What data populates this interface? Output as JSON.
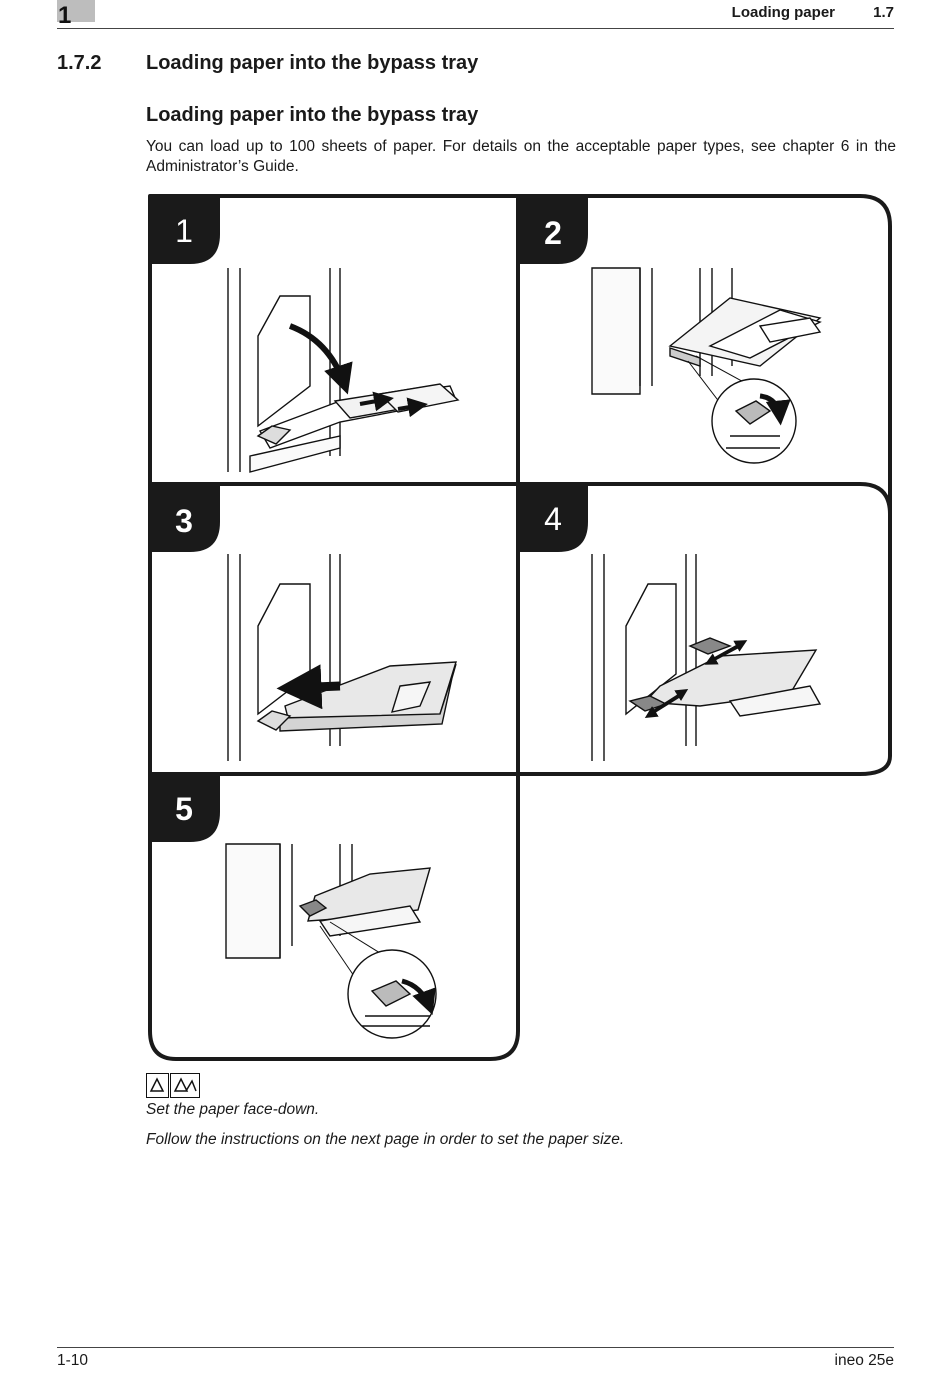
{
  "header": {
    "chapter": "1",
    "title": "Loading paper",
    "section": "1.7"
  },
  "section": {
    "number": "1.7.2",
    "title": "Loading paper into the bypass tray"
  },
  "subheading": "Loading paper into the bypass tray",
  "intro": "You can load up to 100 sheets of paper. For details on the acceptable paper types, see chapter 6 in the Administrator’s Guide.",
  "steps": [
    {
      "number": "1"
    },
    {
      "number": "2"
    },
    {
      "number": "3"
    },
    {
      "number": "4"
    },
    {
      "number": "5"
    }
  ],
  "notes": [
    "Set the paper face-down.",
    "Follow the instructions on the next page in order to set the paper size."
  ],
  "footer": {
    "page": "1-10",
    "product": "ineo 25e"
  },
  "colors": {
    "chapter_tab": "#bdbdbd",
    "frame": "#1a1a1a",
    "paper": "#e8e8e8"
  }
}
